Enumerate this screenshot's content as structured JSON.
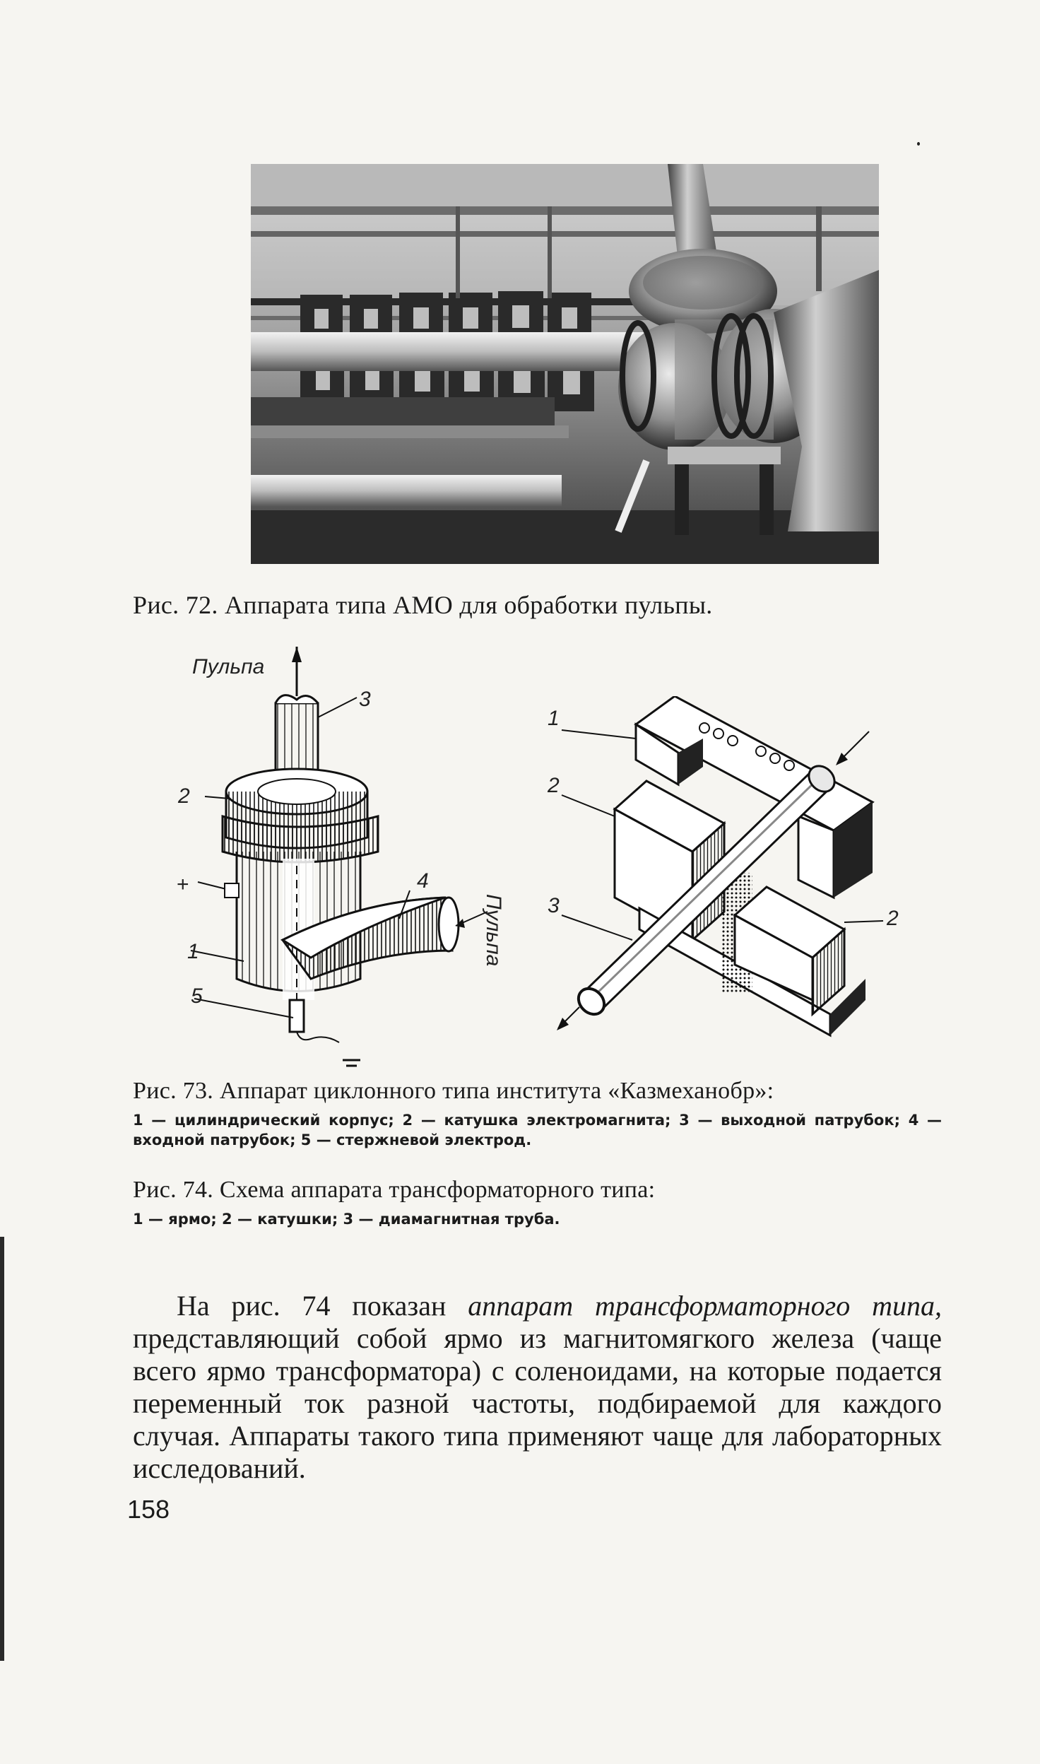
{
  "figure72": {
    "caption": "Рис. 72. Аппарата типа АМО для обработки пульпы."
  },
  "figure73": {
    "labels": {
      "pulp_top": "Пульпа",
      "pulp_side": "Пульпа",
      "n1": "1",
      "n2": "2",
      "n3": "3",
      "n4": "4",
      "n5": "5",
      "plus": "+"
    },
    "caption_title": "Рис. 73. Аппарат циклонного типа института «Казмеханобр»:",
    "caption_legend": "1 — цилиндрический корпус; 2 — катушка электромагнита; 3 — выходной патрубок; 4 — входной патрубок; 5 — стержневой электрод."
  },
  "figure74": {
    "labels": {
      "n1": "1",
      "n2_left": "2",
      "n2_right": "2",
      "n3": "3"
    },
    "caption_title": "Рис. 74. Схема аппарата трансформаторного типа:",
    "caption_legend": "1 — ярмо; 2 — катушки; 3 — диамагнитная труба."
  },
  "body": {
    "text_before": "На рис. 74 показан ",
    "text_italic": "аппарат трансформаторного типа,",
    "text_after": " представляющий собой ярмо из магнитомягкого железа (чаще всего ярмо трансформатора) с соленоидами, на которые подается переменный ток разной частоты, подбираемой для каждого случая. Аппараты такого типа применяют чаще для лабораторных исследований."
  },
  "page_number": "158"
}
